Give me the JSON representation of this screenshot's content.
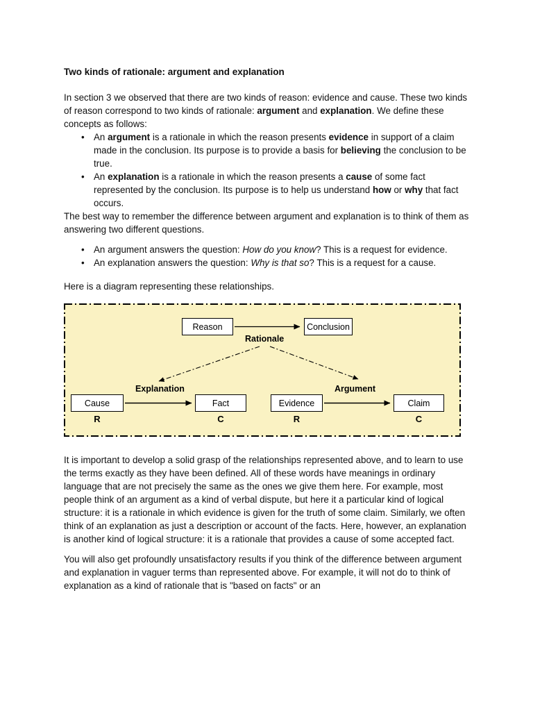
{
  "doc": {
    "title": "Two kinds of rationale:  argument and explanation",
    "intro": [
      {
        "t": "In section 3 we observed that there are two kinds of reason: evidence and cause. These two kinds of reason correspond to two kinds of rationale: "
      },
      {
        "t": "argument",
        "b": true
      },
      {
        "t": " and "
      },
      {
        "t": "explanation",
        "b": true
      },
      {
        "t": ".  We define these concepts as follows:"
      }
    ],
    "def_bullets": [
      [
        {
          "t": "An "
        },
        {
          "t": "argument",
          "b": true
        },
        {
          "t": " is a rationale in which the reason presents "
        },
        {
          "t": "evidence",
          "b": true
        },
        {
          "t": " in support of a claim made in the conclusion.  Its purpose is to provide a basis for "
        },
        {
          "t": "believing",
          "b": true
        },
        {
          "t": " the conclusion to be true."
        }
      ],
      [
        {
          "t": "An "
        },
        {
          "t": "explanation",
          "b": true
        },
        {
          "t": " is a rationale in which the reason presents a "
        },
        {
          "t": "cause",
          "b": true
        },
        {
          "t": " of some fact represented by the conclusion.  Its purpose is to help us understand "
        },
        {
          "t": "how",
          "b": true
        },
        {
          "t": " or "
        },
        {
          "t": "why",
          "b": true
        },
        {
          "t": " that fact occurs."
        }
      ]
    ],
    "best_way": "The best way to remember the difference between argument and explanation is to think of them as answering two different questions.",
    "question_bullets": [
      [
        {
          "t": "An argument answers the question:  "
        },
        {
          "t": "How do you know",
          "i": true
        },
        {
          "t": "?  This is a request for evidence."
        }
      ],
      [
        {
          "t": "An explanation answers the question:  "
        },
        {
          "t": "Why is that so",
          "i": true
        },
        {
          "t": "? This is a request for a cause."
        }
      ]
    ],
    "diagram_caption": "Here is a diagram representing these relationships.",
    "para_important": "It is important to develop a solid grasp of the relationships represented above, and to learn to use the terms exactly as they have been defined.  All of these words have meanings in ordinary language that are not precisely the same as the ones we give them here.  For example, most people think of an argument as a kind of verbal dispute, but here it  a particular kind of logical structure:  it is a rationale in which evidence is given for the truth of some claim.  Similarly, we often think of an explanation as just a description or account of the facts.  Here, however, an explanation is another kind of logical structure:  it is a rationale that provides a cause of some accepted fact.",
    "para_unsatisfactory": "You will also get profoundly unsatisfactory results if you think of the difference between argument and explanation in vaguer terms than represented above.  For example, it will not do to think of explanation as a kind of rationale that is \"based on facts\" or an"
  },
  "diagram": {
    "background_color": "#FAF2C3",
    "border_color": "#000000",
    "box_fill": "#FFFFFF",
    "nodes": {
      "reason": "Reason",
      "conclusion": "Conclusion",
      "cause": "Cause",
      "fact": "Fact",
      "evidence": "Evidence",
      "claim": "Claim"
    },
    "labels": {
      "rationale": "Rationale",
      "explanation": "Explanation",
      "argument": "Argument"
    },
    "letters": {
      "under_cause": "R",
      "under_fact": "C",
      "under_evidence": "R",
      "under_claim": "C"
    }
  }
}
